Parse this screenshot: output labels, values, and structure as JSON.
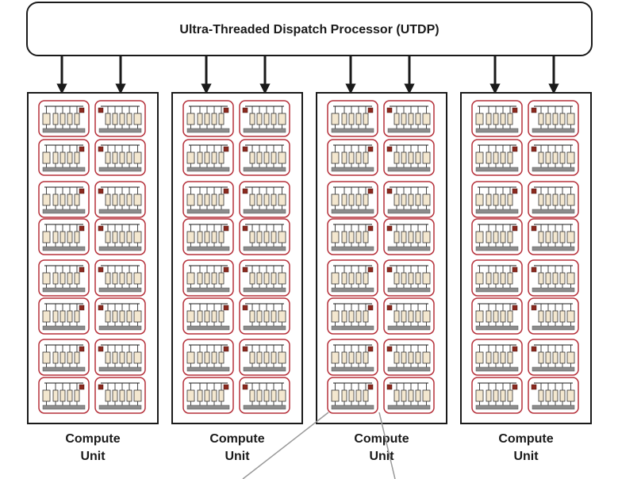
{
  "dispatch": {
    "label": "Ultra-Threaded Dispatch Processor (UTDP)"
  },
  "compute_units": [
    {
      "label_line1": "Compute",
      "label_line2": "Unit"
    },
    {
      "label_line1": "Compute",
      "label_line2": "Unit"
    },
    {
      "label_line1": "Compute",
      "label_line2": "Unit"
    },
    {
      "label_line1": "Compute",
      "label_line2": "Unit"
    }
  ],
  "layout_counts": {
    "rows_per_unit": 8,
    "columns_per_unit": 2,
    "arrows_per_unit": 2
  },
  "colors": {
    "outline": "#1a1a1a",
    "core_border": "#b5303a",
    "alu_fill": "#f3e7cf",
    "register_bar": "#8c8c8c",
    "branch_unit": "#8b2a1f",
    "callout_line": "#999999"
  }
}
